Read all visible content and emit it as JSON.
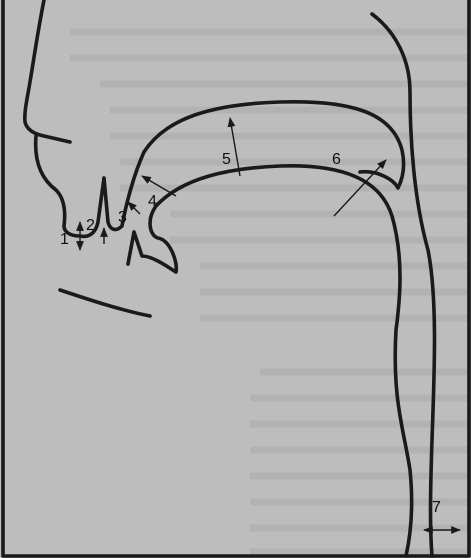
{
  "labels": {
    "l1": "1",
    "l2": "2",
    "l3": "3",
    "l4": "4",
    "l5": "5",
    "l6": "6",
    "l7": "7"
  },
  "colors": {
    "background": "#bdbdbd",
    "outline": "#1a1a1a",
    "frame": "#1a1a1a"
  }
}
